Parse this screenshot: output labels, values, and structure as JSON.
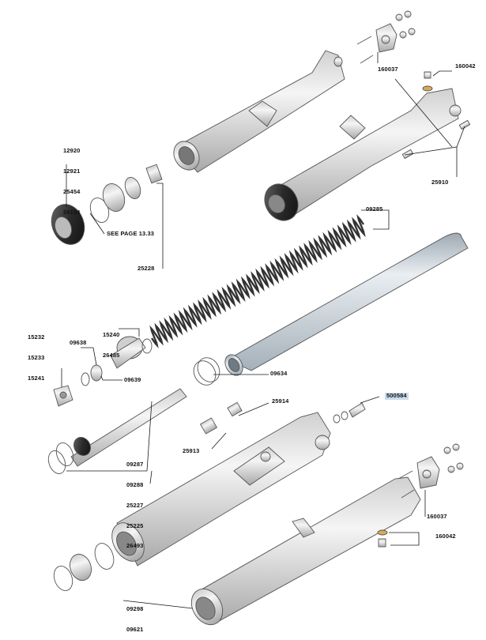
{
  "labels": {
    "l160037_top": "160037",
    "l160042_top": "160042",
    "l25910": "25910",
    "l09285": "09285",
    "l12920": "12920",
    "l12921": "12921",
    "l25454": "25454",
    "l26104": "26104",
    "see_page": "SEE PAGE 13.33",
    "l25228": "25228",
    "l15232": "15232",
    "l15233": "15233",
    "l15241": "15241",
    "l09638": "09638",
    "l15240": "15240",
    "l26485": "26485",
    "l09639": "09639",
    "l09634": "09634",
    "l500584": "500584",
    "l25914": "25914",
    "l25913": "25913",
    "l09287": "09287",
    "l09288": "09288",
    "l25227": "25227",
    "l25225": "25225",
    "l26493": "26493",
    "l160037_bot": "160037",
    "l160042_bot": "160042",
    "l09298": "09298",
    "l09621": "09621"
  },
  "colors": {
    "highlight": "#c9dcec",
    "line": "#1a1a1a",
    "metal_light": "#f2f2f2",
    "metal_shade": "#bdbdbd",
    "rubber": "#2b2b2b"
  }
}
